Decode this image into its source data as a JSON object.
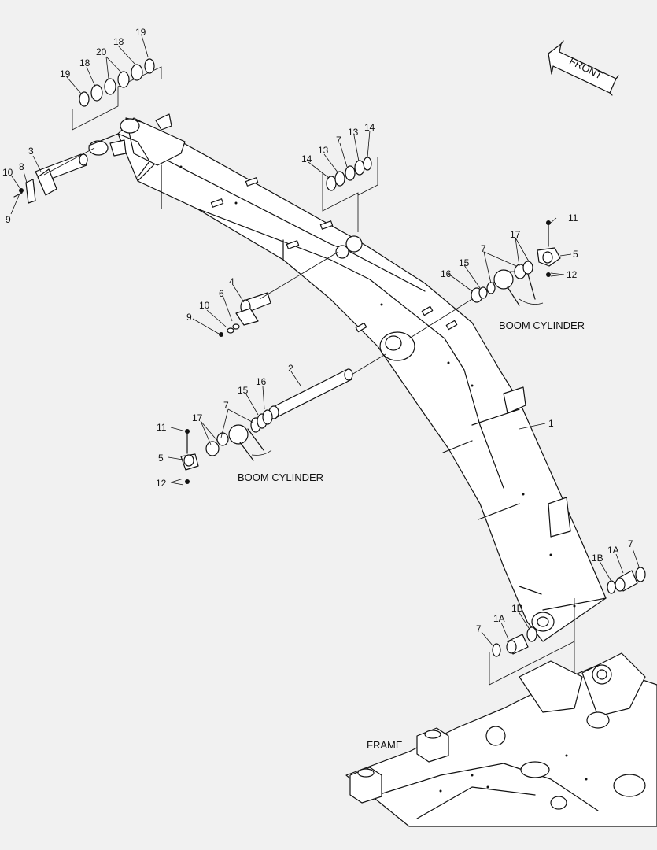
{
  "callouts": {
    "c19a": "19",
    "c18a": "18",
    "c20": "20",
    "c18b": "18",
    "c19b": "19",
    "c3": "3",
    "c10a": "10",
    "c8": "8",
    "c9a": "9",
    "c14a": "14",
    "c13a": "13",
    "c7a": "7",
    "c13b": "13",
    "c14b": "14",
    "c11a": "11",
    "c17a": "17",
    "c5a": "5",
    "c7b": "7",
    "c15a": "15",
    "c16a": "16",
    "c12a": "12",
    "c4": "4",
    "c10b": "10",
    "c6": "6",
    "c9b": "9",
    "c2": "2",
    "c16b": "16",
    "c15b": "15",
    "c7c": "7",
    "c17b": "17",
    "c11b": "11",
    "c5b": "5",
    "c12b": "12",
    "c1": "1",
    "c1Ba": "1B",
    "c1Aa": "1A",
    "c7d": "7",
    "c7e": "7",
    "c1Ab": "1A",
    "c1Bb": "1B"
  },
  "labels": {
    "boom_cylinder_right": "BOOM CYLINDER",
    "boom_cylinder_left": "BOOM CYLINDER",
    "frame": "FRAME",
    "front": "FRONT"
  }
}
